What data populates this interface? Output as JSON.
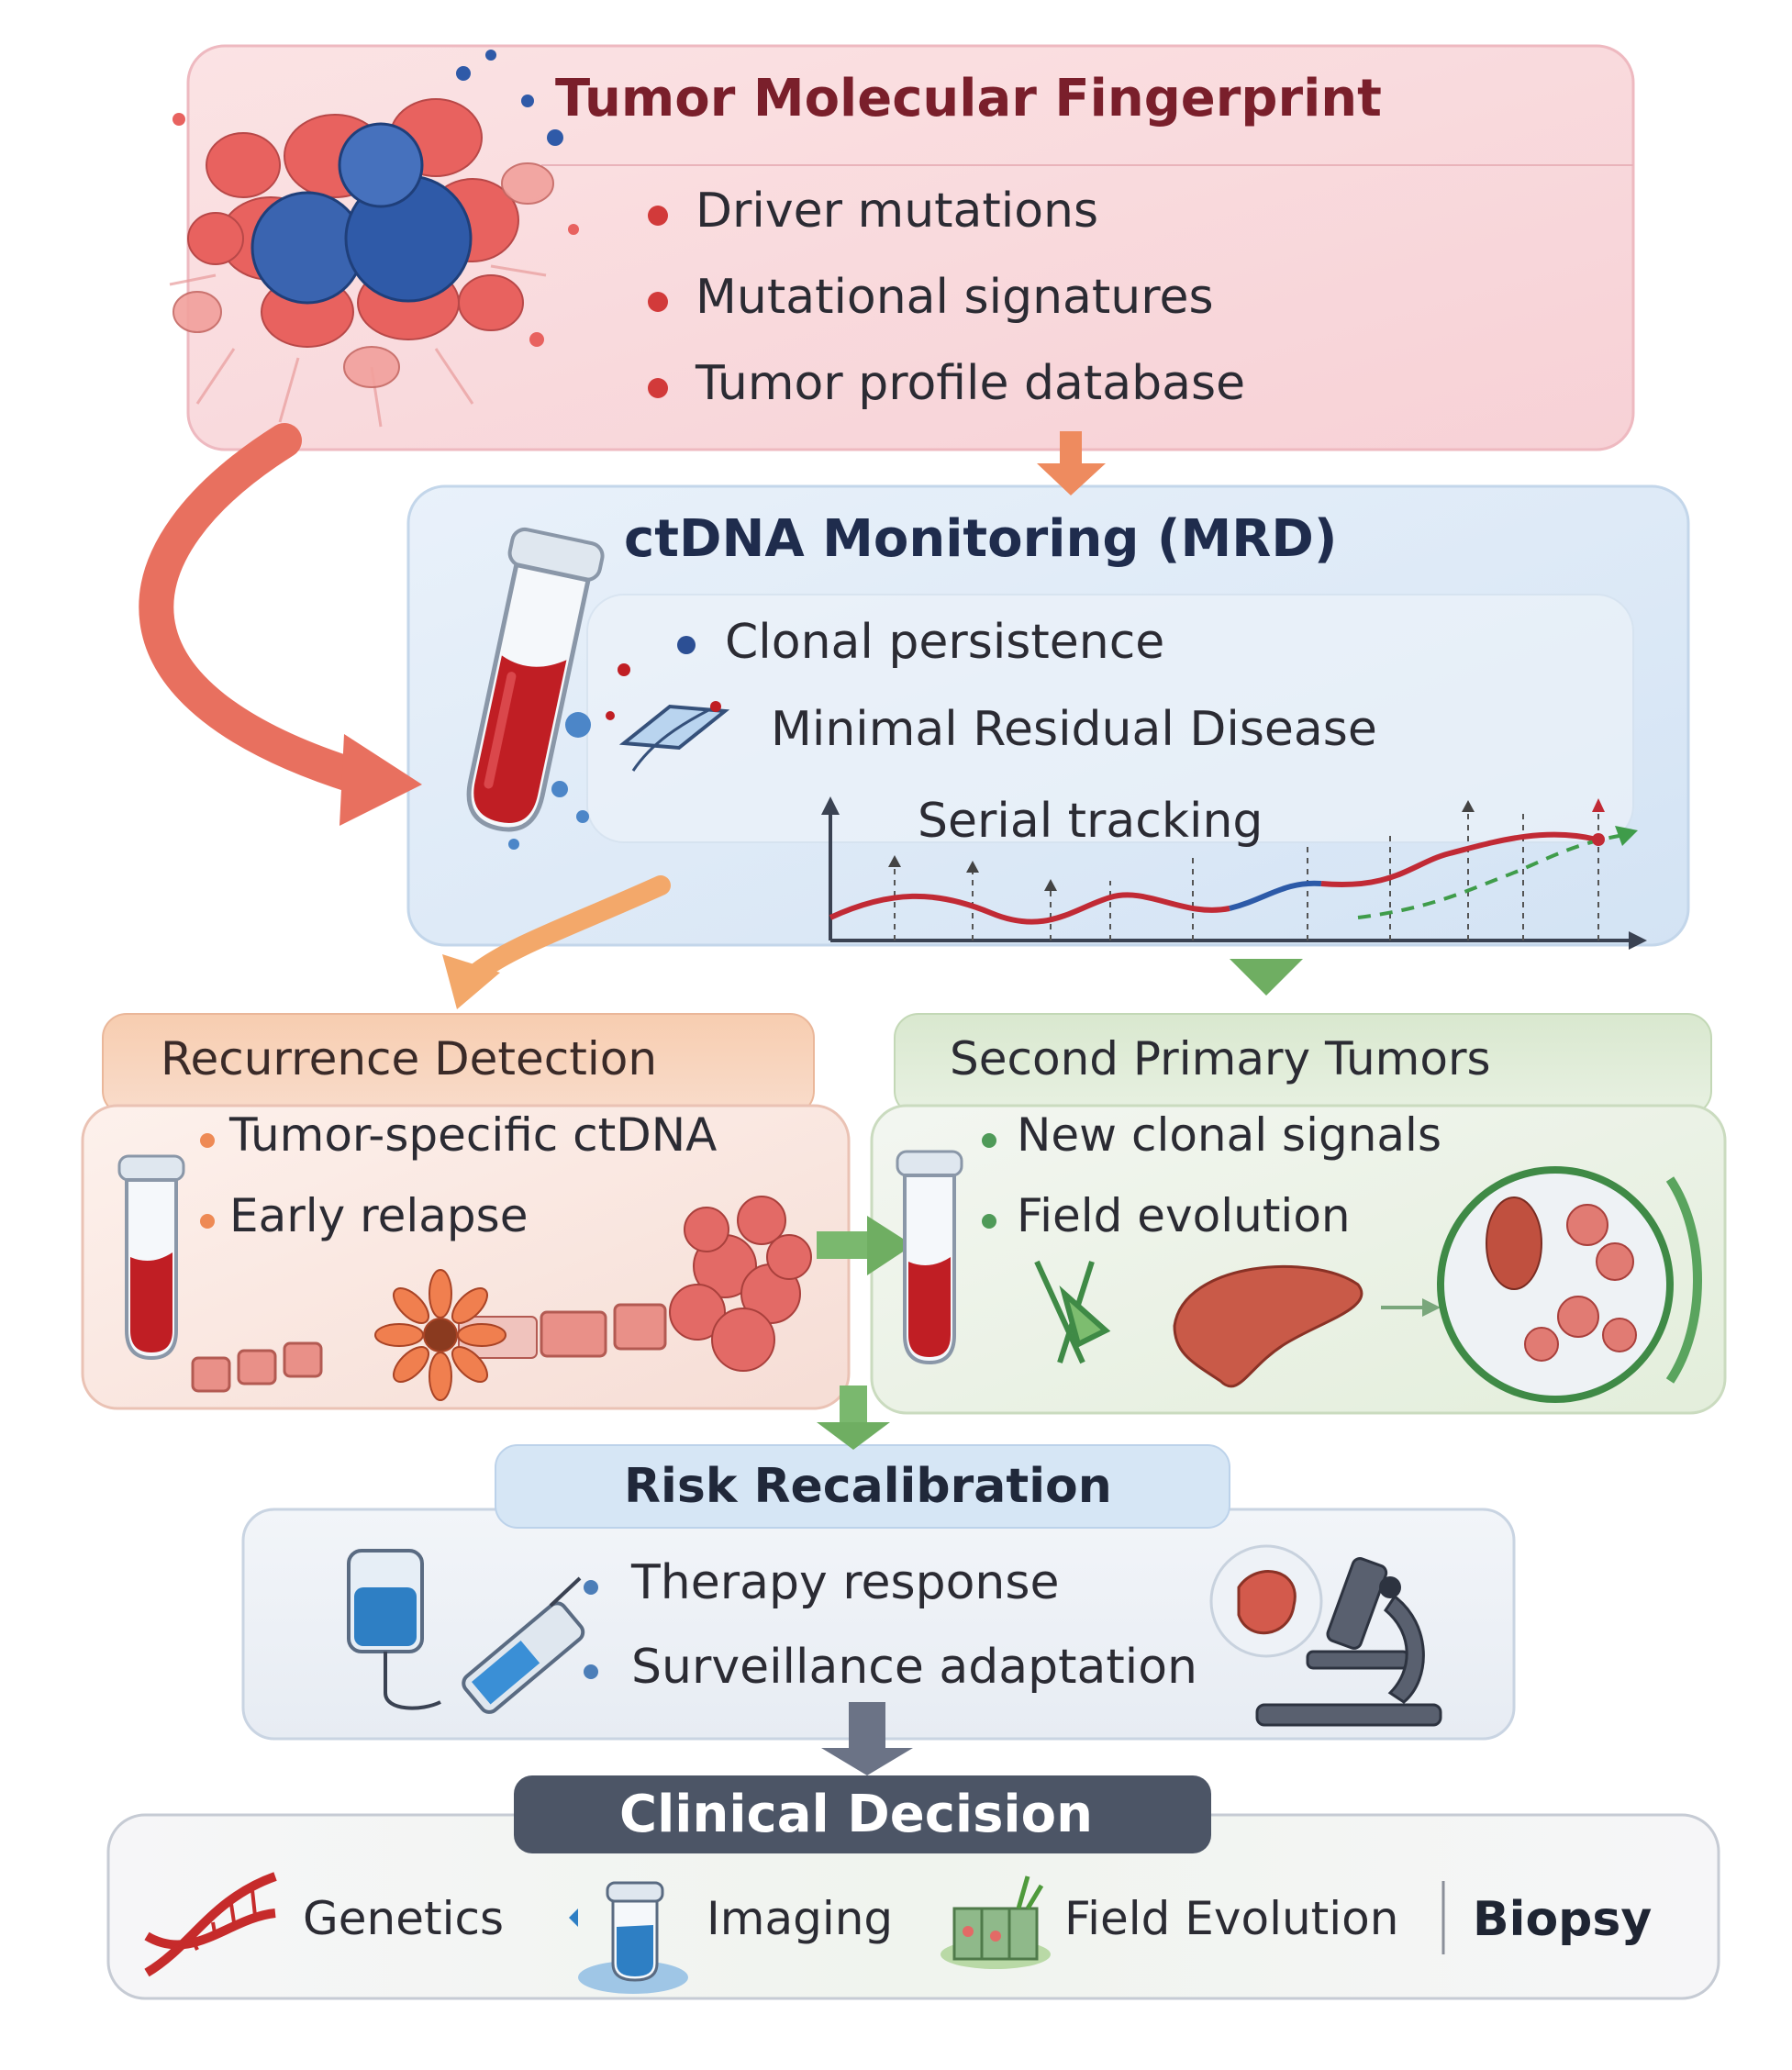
{
  "fingerprint": {
    "title": "Tumor Molecular Fingerprint",
    "items": [
      "Driver mutations",
      "Mutational signatures",
      "Tumor profile database"
    ]
  },
  "ctdna": {
    "title": "ctDNA Monitoring (MRD)",
    "items": [
      "Clonal persistence",
      "Minimal Residual Disease"
    ],
    "chart_label": "Serial tracking"
  },
  "recurrence": {
    "title": "Recurrence Detection",
    "items": [
      "Tumor-specific ctDNA",
      "Early relapse"
    ]
  },
  "second_primary": {
    "title": "Second Primary Tumors",
    "items": [
      "New clonal signals",
      "Field evolution"
    ]
  },
  "risk": {
    "title": "Risk Recalibration",
    "items": [
      "Therapy response",
      "Surveillance adaptation"
    ]
  },
  "decision": {
    "title": "Clinical Decision",
    "items": [
      "Genetics",
      "Imaging",
      "Field Evolution",
      "Biopsy"
    ]
  },
  "colors": {
    "fingerprint": "#f6c9cf",
    "ctdna": "#d6e6f5",
    "recurrence": "#f6c6a6",
    "second_primary": "#dbe9d2",
    "risk": "#cfe2f3",
    "decision": "#4c5566"
  }
}
